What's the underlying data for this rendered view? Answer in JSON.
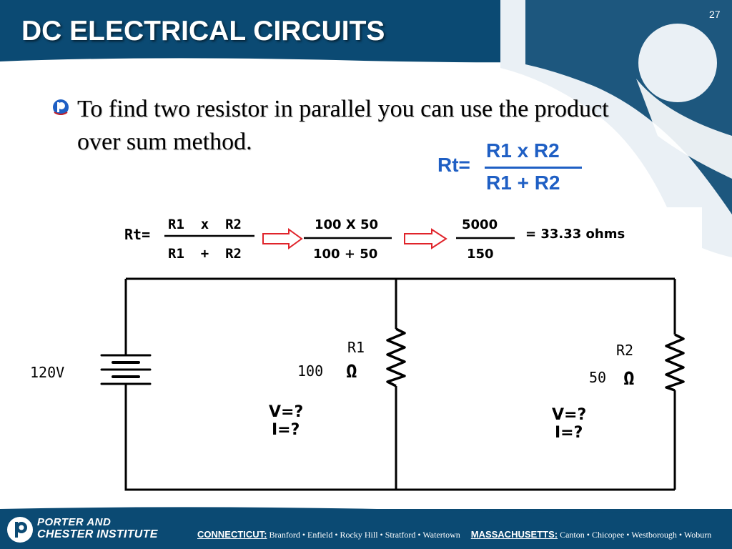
{
  "slide": {
    "title": "DC ELECTRICAL CIRCUITS",
    "page_number": "27",
    "bullet": "To find two resistor in parallel you can use the product over sum method."
  },
  "formula_big": {
    "lhs": "Rt=",
    "numerator": "R1 x R2",
    "denominator": "R1 + R2"
  },
  "calc": {
    "lhs": "Rt=",
    "step1_num": "R1  x  R2",
    "step1_den": "R1  +  R2",
    "step2_num": "100 X 50",
    "step2_den": "100 + 50",
    "step3_num": "5000",
    "step3_den": "150",
    "result": "= 33.33 ohms"
  },
  "circuit": {
    "source_label": "120V",
    "r1_name": "R1",
    "r1_value": "100",
    "r2_name": "R2",
    "r2_value": "50",
    "ohm_symbol": "Ω",
    "r1_question_v": "V=?",
    "r1_question_i": "I=?",
    "r2_question_v": "V=?",
    "r2_question_i": "I=?"
  },
  "footer": {
    "logo_line1": "PORTER AND",
    "logo_line2": "CHESTER INSTITUTE",
    "ct_state": "CONNECTICUT:",
    "ct_locations": "Branford • Enfield • Rocky Hill • Stratford • Watertown",
    "ma_state": "MASSACHUSETTS:",
    "ma_locations": "Canton • Chicopee • Westborough • Woburn"
  },
  "colors": {
    "header_blue": "#0b4a73",
    "formula_blue": "#1f5fc4",
    "arrow_red": "#e0242b",
    "accent_red": "#c0202a"
  }
}
